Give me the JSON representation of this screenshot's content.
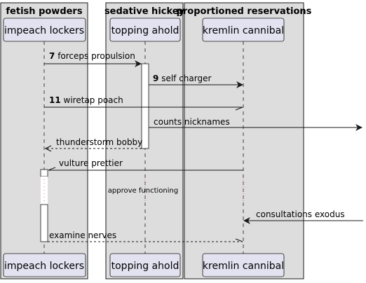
{
  "boxes": [
    {
      "title": "fetish powders"
    },
    {
      "title": "sedative hickey"
    },
    {
      "title": "proportioned reservations"
    }
  ],
  "participants": [
    {
      "name": "impeach lockers"
    },
    {
      "name": "topping ahold"
    },
    {
      "name": "kremlin cannibal"
    }
  ],
  "messages": [
    {
      "number": "7",
      "label": "forceps propulsion"
    },
    {
      "number": "9",
      "label": "self charger"
    },
    {
      "number": "11",
      "label": "wiretap poach"
    },
    {
      "number": "",
      "label": "counts nicknames"
    },
    {
      "number": "",
      "label": "thunderstorm bobby"
    },
    {
      "number": "",
      "label": "vulture prettier"
    },
    {
      "number": "",
      "label": "consultations exodus"
    },
    {
      "number": "",
      "label": "examine nerves"
    }
  ],
  "delay": {
    "label": "approve functioning"
  },
  "colors": {
    "box_fill": "#dddddd",
    "participant_fill": "#e2e2f0",
    "participant_stroke": "#181818",
    "line": "#181818"
  }
}
